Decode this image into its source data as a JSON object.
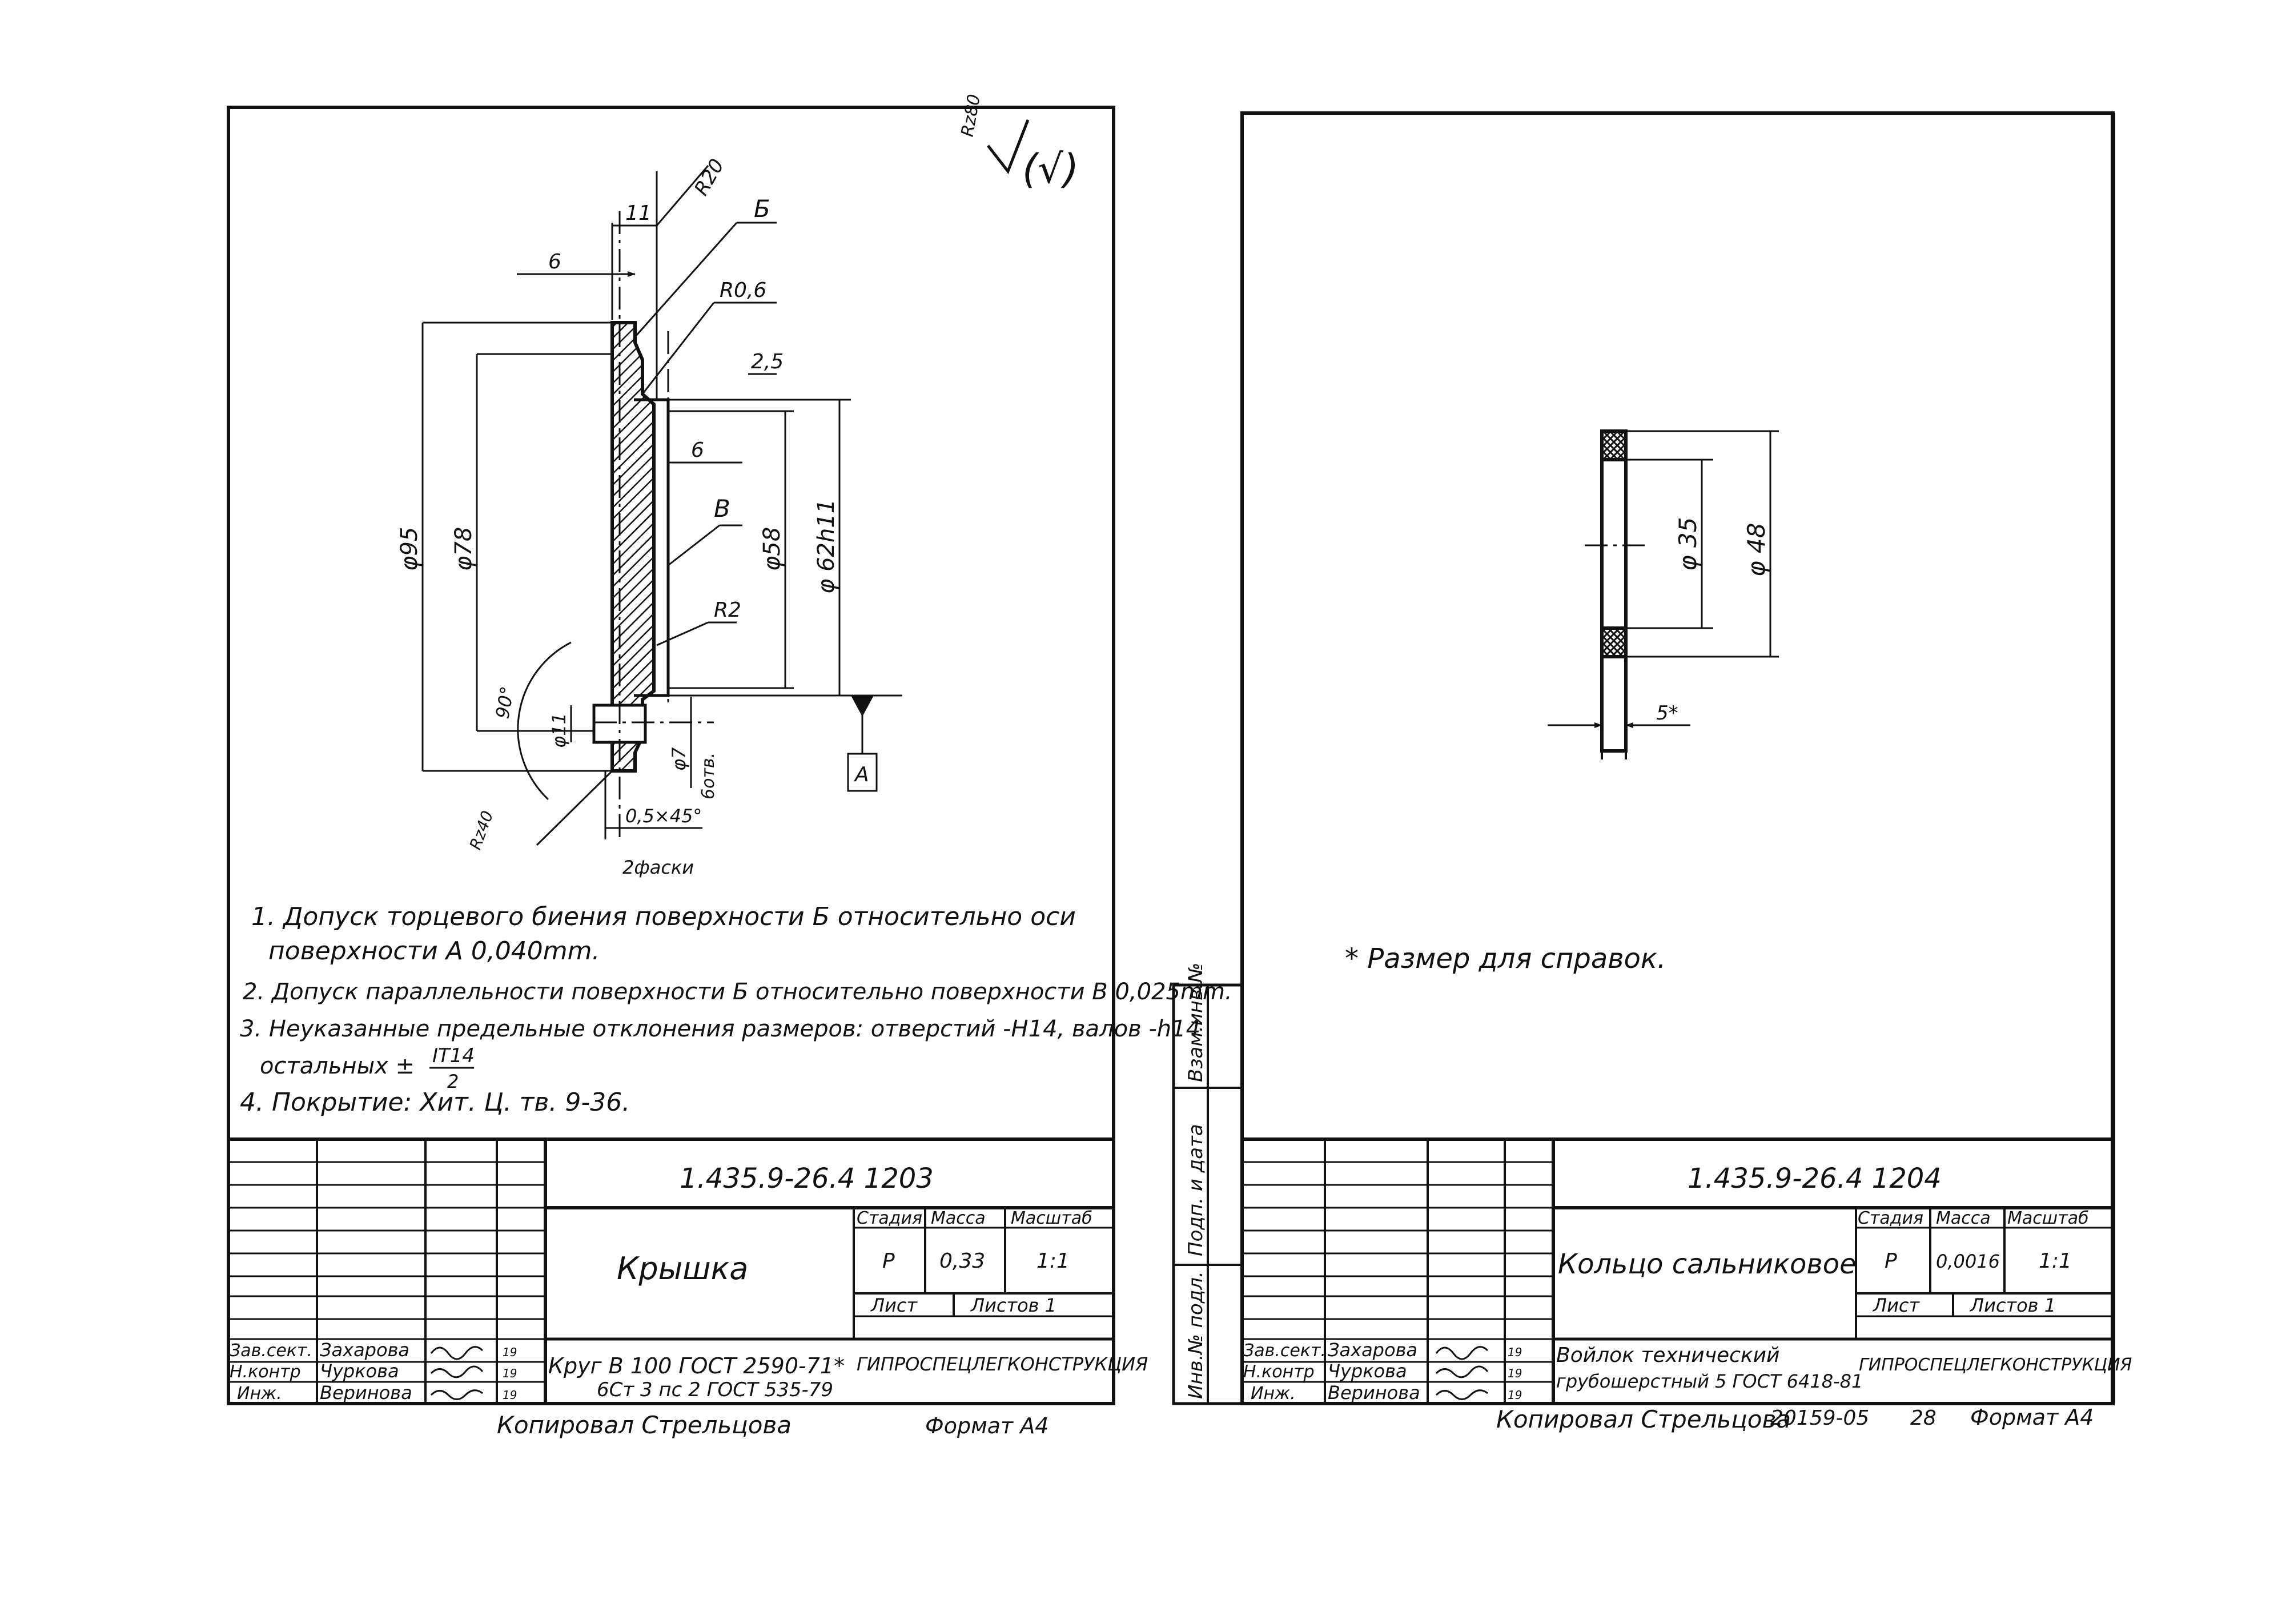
{
  "sheet1": {
    "roughness": {
      "main": "Rz80",
      "other": "(√)"
    },
    "dims": {
      "d11": "11",
      "r20": "R20",
      "b": "Б",
      "d6_top": "6",
      "r06": "R0,6",
      "d25": "2,5",
      "d6_mid": "6",
      "v": "В",
      "d95": "φ95",
      "d78": "φ78",
      "d58": "φ58",
      "d62": "φ 62h11",
      "r2": "R2",
      "a90": "90°",
      "d11h": "φ11",
      "d7": "φ7",
      "otv": "6отв.",
      "rz40": "Rz40",
      "chamfer": "0,5×45°",
      "chamfer2": "2фаски",
      "datum": "А"
    },
    "notes": [
      "1. Допуск торцевого биения  поверхности Б относительно оси",
      "поверхности  А   0,040mm.",
      "2. Допуск параллельности поверхности Б относительно поверхности В 0,025mm.",
      "3. Неуказанные предельные отклонения размеров: отверстий -Н14, валов -h14",
      "остальных ±",
      "IT14",
      "2",
      "4. Покрытие: Хит. Ц. тв. 9-36."
    ],
    "title_block": {
      "doc_no": "1.435.9-26.4  1203",
      "name": "Крышка",
      "stage_h": "Стадия",
      "mass_h": "Масса",
      "scale_h": "Масштаб",
      "stage": "P",
      "mass": "0,33",
      "scale": "1:1",
      "sheet_h": "Лист",
      "sheets_h": "Листов 1",
      "material_1": "Круг    В 100 ГОСТ 2590-71*",
      "material_2": "6Ст 3 пс 2 ГОСТ 535-79",
      "org": "ГИПРОСПЕЦЛЕГКОНСТРУКЦИЯ",
      "people": [
        {
          "role": "Зав.сект.",
          "name": "Захарова",
          "date": "19"
        },
        {
          "role": "Н.контр",
          "name": "Чуркова",
          "date": "19"
        },
        {
          "role": "Инж.",
          "name": "Веринова",
          "date": "19"
        }
      ]
    },
    "footer": {
      "copied": "Копировал  Стрельцова",
      "format": "Формат  А4"
    }
  },
  "sheet2": {
    "dims": {
      "d35": "φ 35",
      "d48": "φ 48",
      "d5": "5*"
    },
    "note": "* Размер для справок.",
    "side_labels": [
      "Инв.№ подл.",
      "Подп. и дата",
      "Взам.инв.№"
    ],
    "title_block": {
      "doc_no": "1.435.9-26.4  1204",
      "name": "Кольцо  сальниковое",
      "stage_h": "Стадия",
      "mass_h": "Масса",
      "scale_h": "Масштаб",
      "stage": "P",
      "mass": "0,0016",
      "scale": "1:1",
      "sheet_h": "Лист",
      "sheets_h": "Листов 1",
      "material_1": "Войлок   технический",
      "material_2": "грубошерстный 5 ГОСТ 6418-81",
      "org": "ГИПРОСПЕЦЛЕГКОНСТРУКЦИЯ",
      "people": [
        {
          "role": "Зав.сект.",
          "name": "Захарова",
          "date": "19"
        },
        {
          "role": "Н.контр",
          "name": "Чуркова",
          "date": "19"
        },
        {
          "role": "Инж.",
          "name": "Веринова",
          "date": "19"
        }
      ]
    },
    "footer": {
      "copied": "Копировал  Стрельцова",
      "code": "20159-05",
      "page": "28",
      "format": "Формат  А4"
    }
  }
}
